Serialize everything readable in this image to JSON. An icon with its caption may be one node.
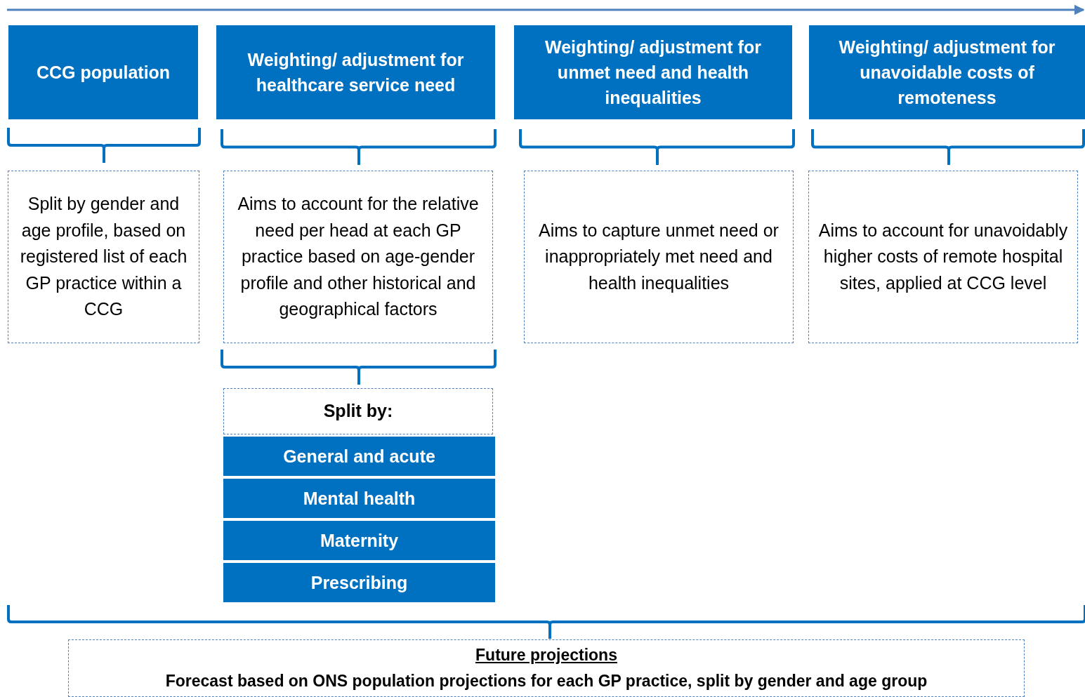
{
  "diagram": {
    "nodes": [
      {
        "text": [
          "CCG population"
        ]
      },
      {
        "text": [
          "Weighting/ adjustment for healthcare service need"
        ]
      },
      {
        "text": [
          "Weighting/ adjustment for unmet need and health inequalities"
        ]
      },
      {
        "text": [
          "Weighting/ adjustment for unavoidable costs of remoteness"
        ]
      },
      {
        "text": [
          "Split by gender and age profile, based on registered list of each GP practice within a CCG"
        ]
      },
      {
        "text": [
          "Aims to account for the relative need per head at each GP practice based on age-gender profile and other historical and geographical factors"
        ]
      },
      {
        "text": [
          "Aims to capture unmet need or inappropriately met need and health inequalities"
        ]
      },
      {
        "text": [
          "Aims to account for unavoidably higher costs of remote hospital sites, applied at CCG level"
        ]
      },
      {
        "text": [
          "Split by:"
        ]
      },
      {
        "text": [
          "General and acute"
        ]
      },
      {
        "text": [
          "Mental health"
        ]
      },
      {
        "text": [
          "Maternity"
        ]
      },
      {
        "text": [
          "Prescribing"
        ]
      },
      {
        "text": [
          "Future projections",
          "Forecast based on ONS population projections for each GP practice, split by gender and age group"
        ]
      }
    ]
  }
}
